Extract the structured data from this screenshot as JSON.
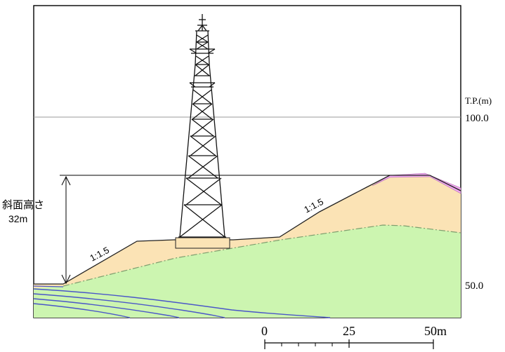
{
  "axis": {
    "unit_label": "T.P.(m)",
    "level_labels": [
      "100.0",
      "50.0"
    ]
  },
  "slope": {
    "height_label_line1": "斜面高さ",
    "height_label_line2": "32m",
    "gradient_labels": [
      "1:1.5",
      "1:1.5"
    ]
  },
  "scale_bar": {
    "labels": [
      "0",
      "25",
      "50m"
    ]
  },
  "colors": {
    "embankment": "#fbe3b5",
    "bedrock": "#ccf5b0",
    "topsoil": "#f0a8f0",
    "strata_lines": "#4a56c8",
    "boundary_line": "#7e9e6e"
  }
}
